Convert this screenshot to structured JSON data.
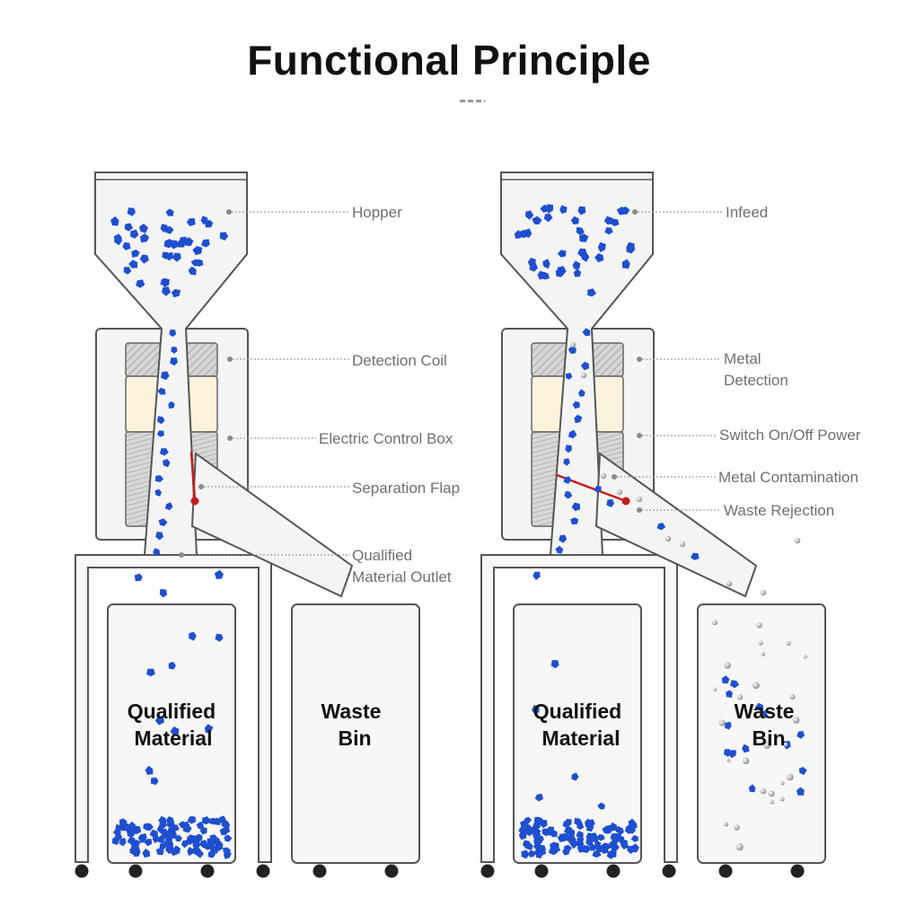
{
  "title": "Functional Principle",
  "left": {
    "labels": {
      "hopper": "Hopper",
      "detection_coil": "Detection Coil",
      "control_box": "Electric Control Box",
      "flap": "Separation Flap",
      "outlet_1": "Qualified",
      "outlet_2": "Material Outlet"
    },
    "bin_qualified": [
      "Qualified",
      "Material"
    ],
    "bin_waste": [
      "Waste",
      "Bin"
    ]
  },
  "right": {
    "labels": {
      "infeed": "Infeed",
      "metal_1": "Metal",
      "metal_2": "Detection",
      "switch": "Switch On/Off Power",
      "contamination": "Metal Contamination",
      "rejection": "Waste Rejection"
    },
    "bin_qualified": [
      "Qualified",
      "Material"
    ],
    "bin_waste": [
      "Waste",
      "Bin"
    ]
  },
  "colors": {
    "granule": "#1f4fcf",
    "flap": "#c41c1c",
    "coil_hatch": "#a9a9a9",
    "control_box": "#fdf3dc",
    "metal": "#c9c9c9"
  }
}
